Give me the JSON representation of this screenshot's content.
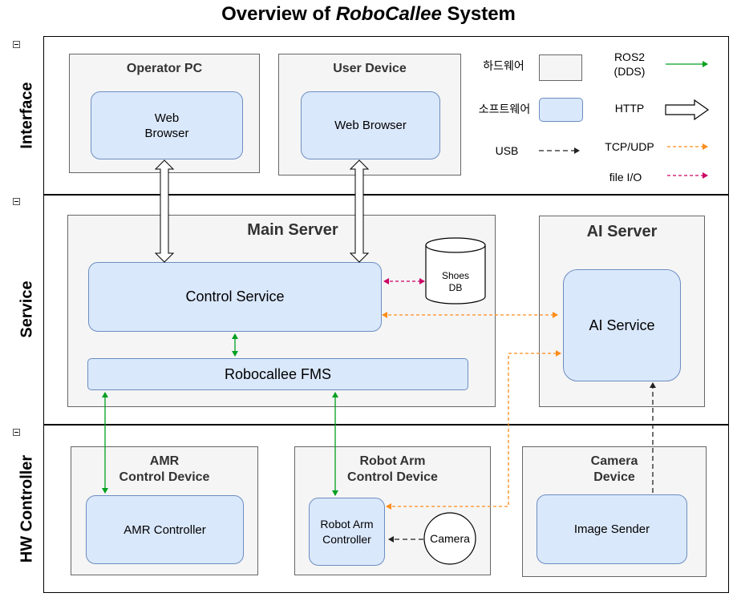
{
  "title": {
    "prefix": "Overview of ",
    "italic": "RoboCallee",
    "suffix": " System"
  },
  "lanes": {
    "interface": "Interface",
    "service": "Service",
    "hw": "HW Controller"
  },
  "groups": {
    "operator_pc": "Operator PC",
    "user_device": "User Device",
    "main_server": "Main Server",
    "ai_server": "AI Server",
    "amr_device": "AMR\nControl Device",
    "robot_arm_device": "Robot Arm\nControl Device",
    "camera_device": "Camera\nDevice"
  },
  "nodes": {
    "web_browser_1": "Web\nBrowser",
    "web_browser_2": "Web Browser",
    "control_service": "Control Service",
    "robocallee_fms": "Robocallee FMS",
    "shoes_db": "Shoes\nDB",
    "ai_service": "AI Service",
    "amr_controller": "AMR Controller",
    "robot_arm_controller": "Robot Arm\nController",
    "camera": "Camera",
    "image_sender": "Image Sender"
  },
  "legend": {
    "hardware": "하드웨어",
    "software": "소프트웨어",
    "ros2": "ROS2\n(DDS)",
    "http": "HTTP",
    "usb": "USB",
    "tcp_udp": "TCP/UDP",
    "file_io": "file I/O"
  },
  "colors": {
    "box_fill": "#dae8fc",
    "box_stroke": "#6c8ebf",
    "group_fill": "#f5f5f5",
    "ros2": "#00a020",
    "tcp_udp": "#ff8c1a",
    "file_io": "#cc0066",
    "usb": "#333333"
  }
}
